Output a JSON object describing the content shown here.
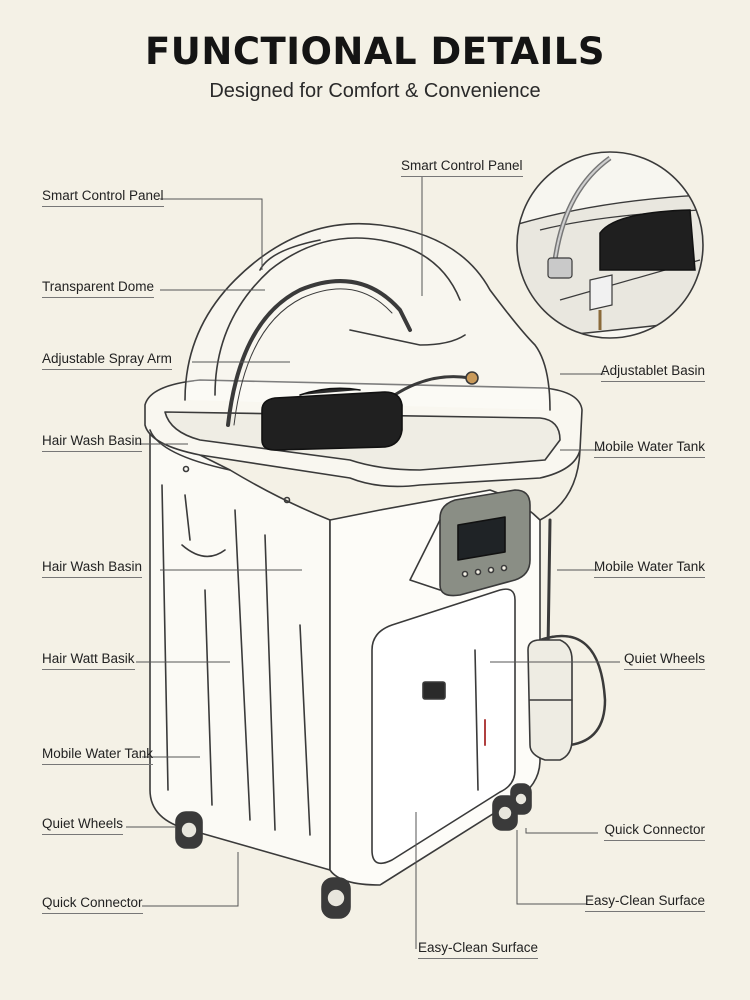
{
  "header": {
    "title": "FUNCTIONAL DETAILS",
    "subtitle": "Designed for Comfort & Convenience"
  },
  "callouts": {
    "left": [
      "Smart Control Panel",
      "Transparent Dome",
      "Adjustable Spray Arm",
      "Hair Wash Basin",
      "Hair Wash Basin",
      "Hair Watt Basik",
      "Mobile Water Tank",
      "Quiet Wheels",
      "Quick Connector"
    ],
    "right": [
      "Smart Control Panel",
      "Adjustablet Basin",
      "Mobile Water Tank",
      "Mobile Water Tank",
      "Quiet Wheels",
      "Quick Connector",
      "Easy-Clean Surface",
      "Easy-Clean Surface"
    ]
  },
  "colors": {
    "background": "#f4f1e6",
    "outline": "#3a3a3a",
    "body": "#fbfaf5",
    "panel": "#7d8178",
    "screen": "#1f2326",
    "cushion": "#202020"
  }
}
